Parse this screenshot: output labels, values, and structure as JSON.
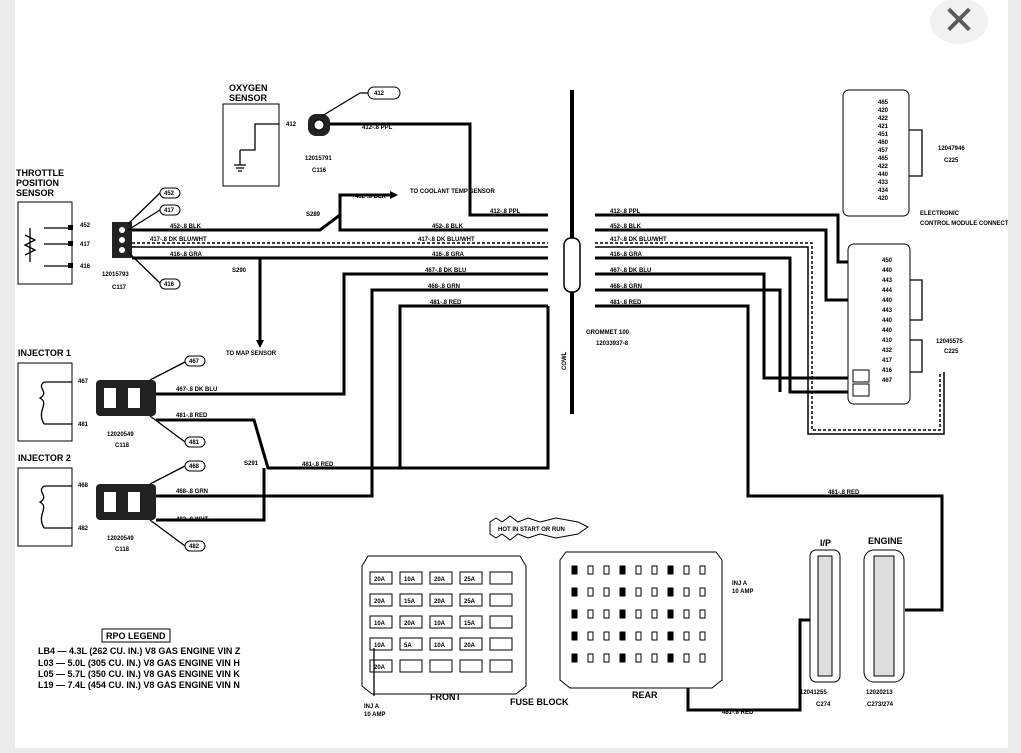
{
  "close_glyph": "✕",
  "components": {
    "oxygen_sensor": {
      "name": "OXYGEN SENSOR",
      "pin": "412",
      "part": "12015791",
      "conn": "C116"
    },
    "tps": {
      "name": "THROTTLE POSITION SENSOR",
      "pins": [
        "452",
        "417",
        "416"
      ],
      "part": "12015793",
      "conn": "C117"
    },
    "inj1": {
      "name": "INJECTOR 1",
      "pins": [
        "467",
        "481"
      ],
      "part": "12020549",
      "conn": "C118"
    },
    "inj2": {
      "name": "INJECTOR 2",
      "pins": [
        "468",
        "482"
      ],
      "part": "12020549",
      "conn": "C118"
    },
    "ecm": {
      "name": "ELECTRONIC CONTROL MODULE CONNECTORS",
      "part_top": "12047946",
      "conn_top": "C225",
      "part_mid": "12045575",
      "conn_mid": "C225"
    },
    "grommet": {
      "name": "GROMMET 100",
      "part": "12033937-8",
      "cowl": "COWL"
    },
    "fuse_block": {
      "name": "FUSE BLOCK",
      "front": "FRONT",
      "rear": "REAR",
      "hot": "HOT IN START OR RUN",
      "inj_a_left": "INJ A 10 AMP",
      "inj_a_right": "INJ A 10 AMP"
    },
    "ip": {
      "name": "I/P",
      "part": "12041255",
      "conn": "C274"
    },
    "engine": {
      "name": "ENGINE",
      "part": "12020213",
      "conn": "C273/274"
    }
  },
  "splices": {
    "s289": "S289",
    "s290": "S290",
    "s291": "S291"
  },
  "destinations": {
    "coolant": "TO COOLANT TEMP SENSOR",
    "map": "TO MAP SENSOR"
  },
  "wires": {
    "w412": "412-.8 PPL",
    "w452": "452-.8 BLK",
    "w417": "417-.8 DK BLU/WHT",
    "w416": "416-.8 GRA",
    "w467": "467-.8 DK BLU",
    "w468": "468-.8 GRN",
    "w481": "481-.8 RED",
    "w482": "482-.8 WHT"
  },
  "rpo": {
    "title": "RPO LEGEND",
    "entries": [
      "LB4 — 4.3L (262 CU. IN.) V8 GAS ENGINE VIN Z",
      "L03 — 5.0L (305 CU. IN.) V8 GAS ENGINE VIN H",
      "L05 — 5.7L (350 CU. IN.) V8 GAS ENGINE VIN K",
      "L19 — 7.4L (454 CU. IN.) V8 GAS ENGINE VIN N"
    ]
  },
  "ecm_top_pins": [
    "465",
    "420",
    "422",
    "421",
    "451",
    "460",
    "457",
    "465",
    "422",
    "440",
    "433",
    "434",
    "420"
  ],
  "ecm_mid_pins": [
    "450",
    "440",
    "443",
    "444",
    "440",
    "443",
    "440",
    "440",
    "410",
    "432",
    "417",
    "416",
    "467"
  ],
  "fuse_labels": [
    "20A",
    "10A",
    "20A",
    "25A",
    "20A",
    "15A",
    "20A",
    "25A",
    "10A",
    "20A",
    "10A",
    "15A",
    "10A",
    "5A",
    "10A",
    "20A",
    "20A"
  ]
}
